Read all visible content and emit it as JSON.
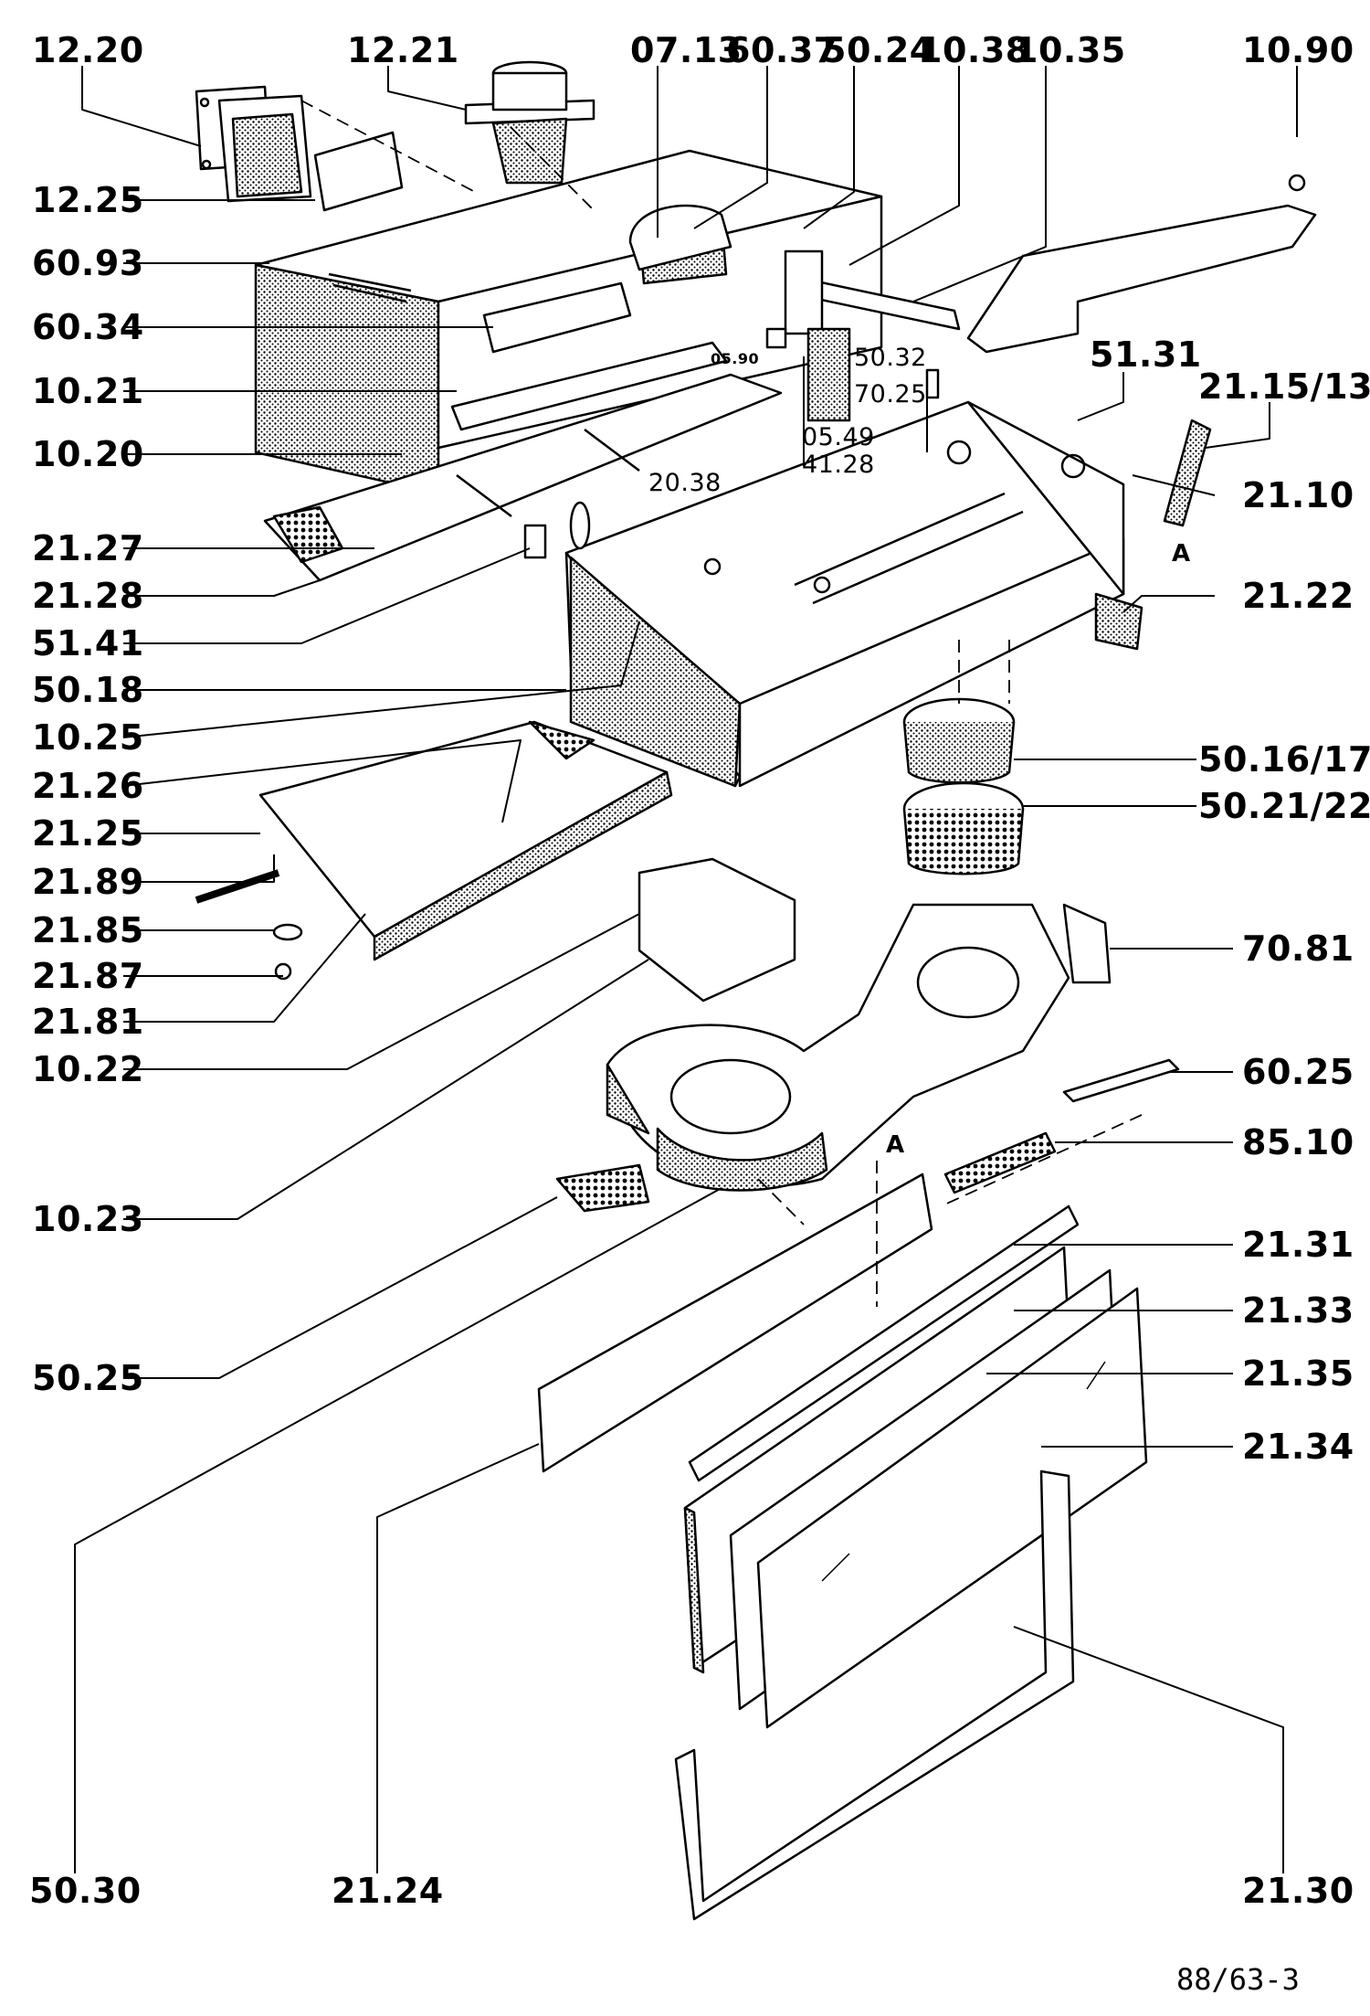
{
  "labels": {
    "l1220": "12.20",
    "l1221": "12.21",
    "l0713": "07.13",
    "l6037": "60.37",
    "l5024": "50.24",
    "l1038": "10.38",
    "l1035": "10.35",
    "l1090": "10.90",
    "l1225": "12.25",
    "l6093": "60.93",
    "l6034": "60.34",
    "l1021": "10.21",
    "l1020": "10.20",
    "l2127": "21.27",
    "l2128": "21.28",
    "l5141": "51.41",
    "l5018": "50.18",
    "l1025": "10.25",
    "l2126": "21.26",
    "l2125": "21.25",
    "l2189": "21.89",
    "l2185": "21.85",
    "l2187": "21.87",
    "l2181": "21.81",
    "l1022": "10.22",
    "l1023": "10.23",
    "l5025": "50.25",
    "l5030": "50.30",
    "l2124": "21.24",
    "l5131": "51.31",
    "l2115": "21.15/13",
    "l2110": "21.10",
    "l2122": "21.22",
    "l5016": "50.16/17",
    "l5021": "50.21/22",
    "l7081": "70.81",
    "l6025": "60.25",
    "l8510": "85.10",
    "l2131": "21.31",
    "l2133": "21.33",
    "l2135": "21.35",
    "l2134": "21.34",
    "l2130": "21.30",
    "l0590": "05.90",
    "l5032": "50.32",
    "l7025": "70.25",
    "l0549": "05.49",
    "l4128": "41.28",
    "l2038": "20.38"
  },
  "markers": {
    "a1": "A",
    "a2": "A"
  },
  "sheet_code": "88/63-3"
}
